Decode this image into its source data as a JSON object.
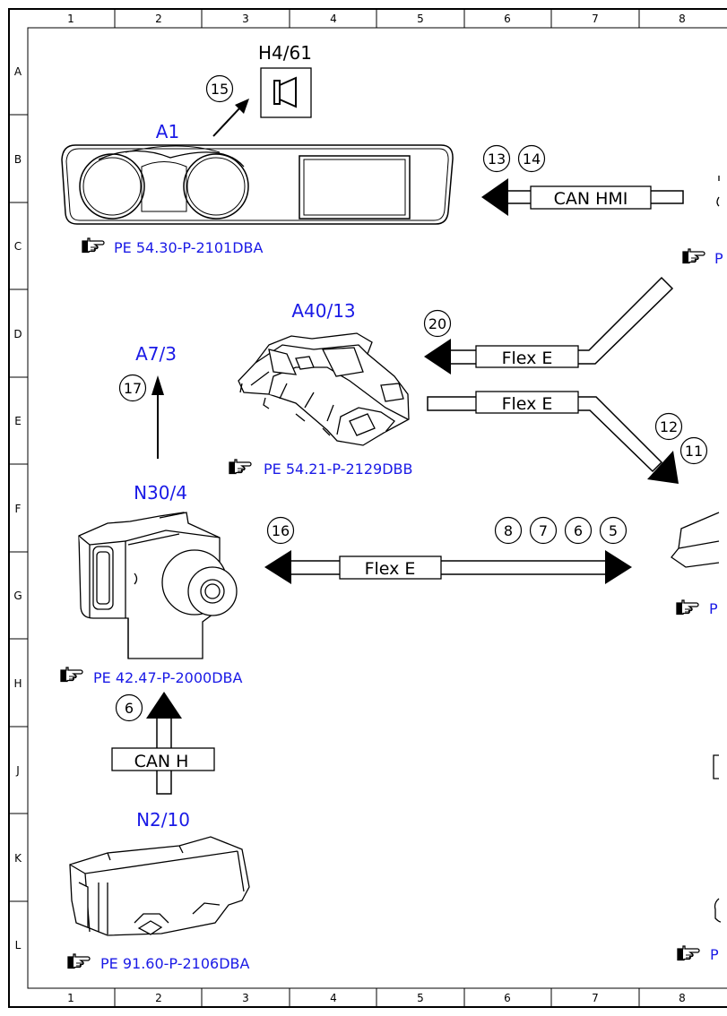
{
  "grid": {
    "columns": [
      "1",
      "2",
      "3",
      "4",
      "5",
      "6",
      "7",
      "8"
    ],
    "rows": [
      "A",
      "B",
      "C",
      "D",
      "E",
      "F",
      "G",
      "H",
      "J",
      "K",
      "L"
    ]
  },
  "components": {
    "h4_61": "H4/61",
    "a1": "A1",
    "a40_13": "A40/13",
    "a7_3": "A7/3",
    "n30_4": "N30/4",
    "n2_10": "N2/10"
  },
  "references": {
    "a1": "PE 54.30-P-2101DBA",
    "a40_13": "PE 54.21-P-2129DBB",
    "n30_4": "PE 42.47-P-2000DBA",
    "n2_10": "PE 91.60-P-2106DBA",
    "right_c": "P",
    "right_g": "P",
    "right_l": "P"
  },
  "buses": {
    "can_hmi": "CAN HMI",
    "flex_e_upper": "Flex E",
    "flex_e_lower": "Flex E",
    "flex_e_mid": "Flex E",
    "can_h": "CAN H"
  },
  "callouts": {
    "c15": "15",
    "c13": "13",
    "c14": "14",
    "c20": "20",
    "c12": "12",
    "c11": "11",
    "c17": "17",
    "c16": "16",
    "c8": "8",
    "c7": "7",
    "c6a": "6",
    "c5": "5",
    "c6b": "6"
  },
  "icons": {
    "speaker": "speaker-icon",
    "reference": "pointing-hand-icon"
  }
}
